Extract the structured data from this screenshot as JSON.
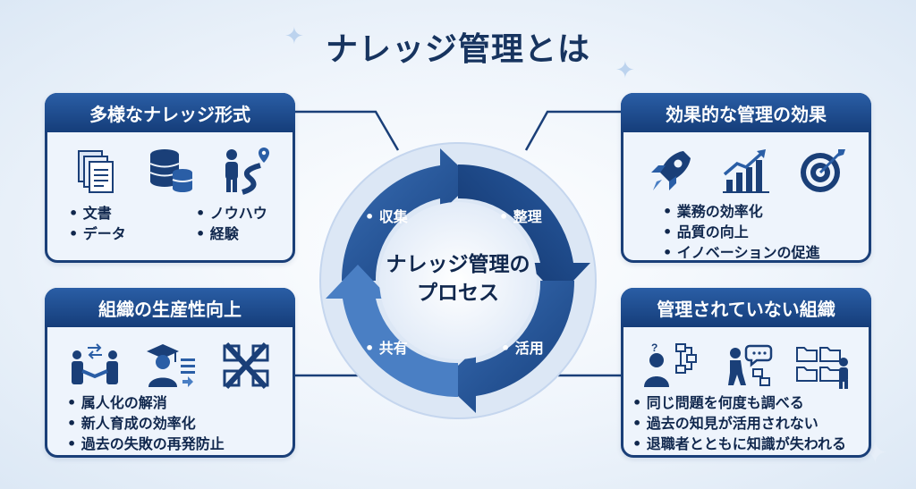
{
  "title": "ナレッジ管理とは",
  "center": {
    "line1": "ナレッジ管理の",
    "line2": "プロセス"
  },
  "cycle": {
    "collect": "• 収集",
    "organize": "• 整理",
    "utilize": "• 活用",
    "share": "• 共有"
  },
  "panels": {
    "formats": {
      "title": "多様なナレッジ形式",
      "items_left": [
        "文書",
        "データ"
      ],
      "items_right": [
        "ノウハウ",
        "経験"
      ],
      "icons": [
        "documents-icon",
        "database-icon",
        "person-journey-icon"
      ]
    },
    "effects": {
      "title": "効果的な管理の効果",
      "items": [
        "業務の効率化",
        "品質の向上",
        "イノベーションの促進"
      ],
      "icons": [
        "rocket-icon",
        "growth-chart-icon",
        "target-icon"
      ]
    },
    "productivity": {
      "title": "組織の生産性向上",
      "items": [
        "属人化の解消",
        "新人育成の効率化",
        "過去の失敗の再発防止"
      ],
      "icons": [
        "handshake-exchange-icon",
        "graduate-icon",
        "broken-link-icon"
      ]
    },
    "unmanaged": {
      "title": "管理されていない組織",
      "items": [
        "同じ問題を何度も調べる",
        "過去の知見が活用されない",
        "退職者とともに知識が失われる"
      ],
      "icons": [
        "confused-person-icon",
        "lost-person-icon",
        "scattered-folders-icon"
      ]
    }
  },
  "colors": {
    "dark_navy": "#153d7a",
    "mid_blue": "#2a5ea6",
    "light_blue": "#4a7fc4",
    "panel_bg": "#eef4fc"
  }
}
